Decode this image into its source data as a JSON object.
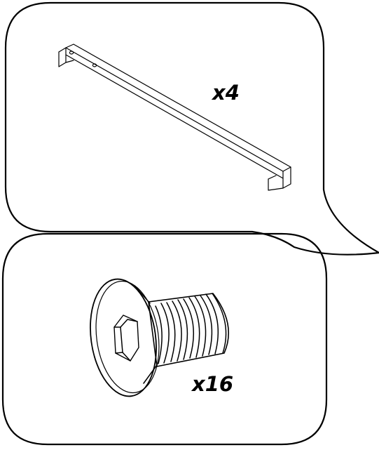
{
  "panels": [
    {
      "part": "bracket",
      "icon": "bracket-icon",
      "quantity_label": "x4"
    },
    {
      "part": "countersunk-hex-socket-screw",
      "icon": "screw-icon",
      "quantity_label": "x16"
    }
  ],
  "colors": {
    "line": "#000000",
    "background": "#ffffff"
  }
}
